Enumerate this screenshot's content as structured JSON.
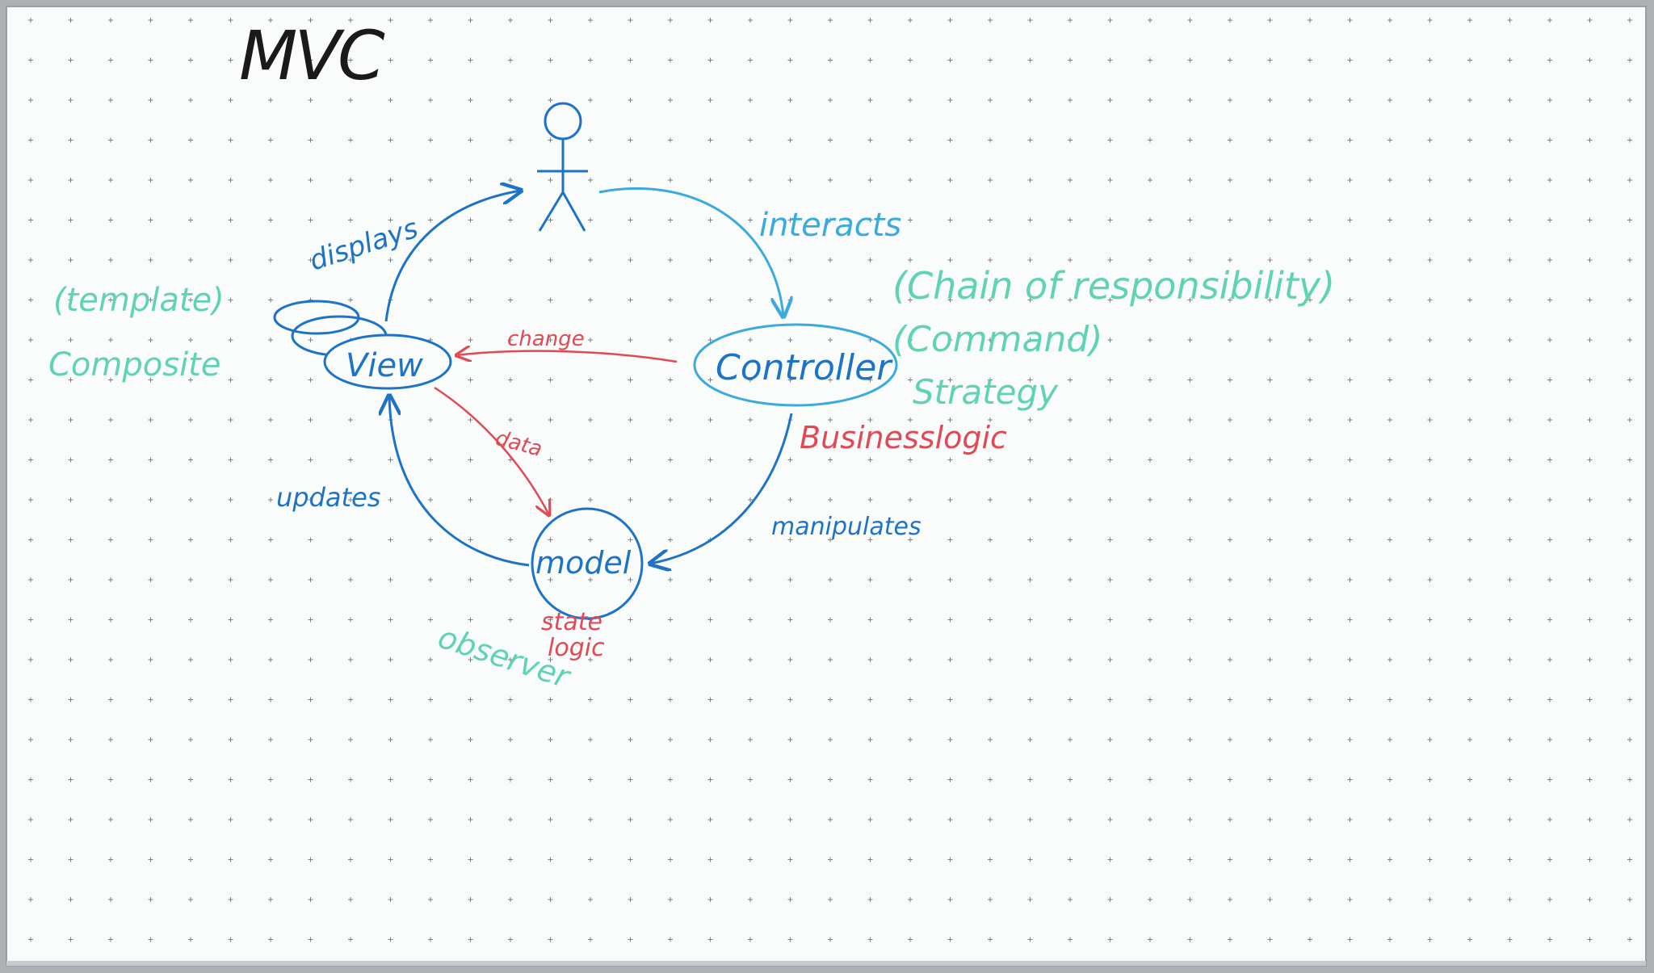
{
  "title": "MVC",
  "actor": {
    "label": ""
  },
  "nodes": {
    "view": "View",
    "controller": "Controller",
    "model": "model"
  },
  "edges": {
    "displays": "displays",
    "interacts": "interacts",
    "change": "change",
    "data": "data",
    "updates": "updates",
    "manipulates": "manipulates"
  },
  "notes": {
    "template": "(template)",
    "composite": "Composite",
    "chain": "(Chain of responsibility)",
    "command": "(Command)",
    "strategy": "Strategy",
    "business_logic": "Businesslogic",
    "state": "state",
    "logic": "logic",
    "observer": "observer"
  },
  "colors": {
    "board": "#fafbfb",
    "blue": "#1d74c6",
    "light_blue": "#3aabdc",
    "teal": "#5fd3b4",
    "red": "#e04a55",
    "black": "#1a1a1a",
    "frame": "#a8abae"
  }
}
